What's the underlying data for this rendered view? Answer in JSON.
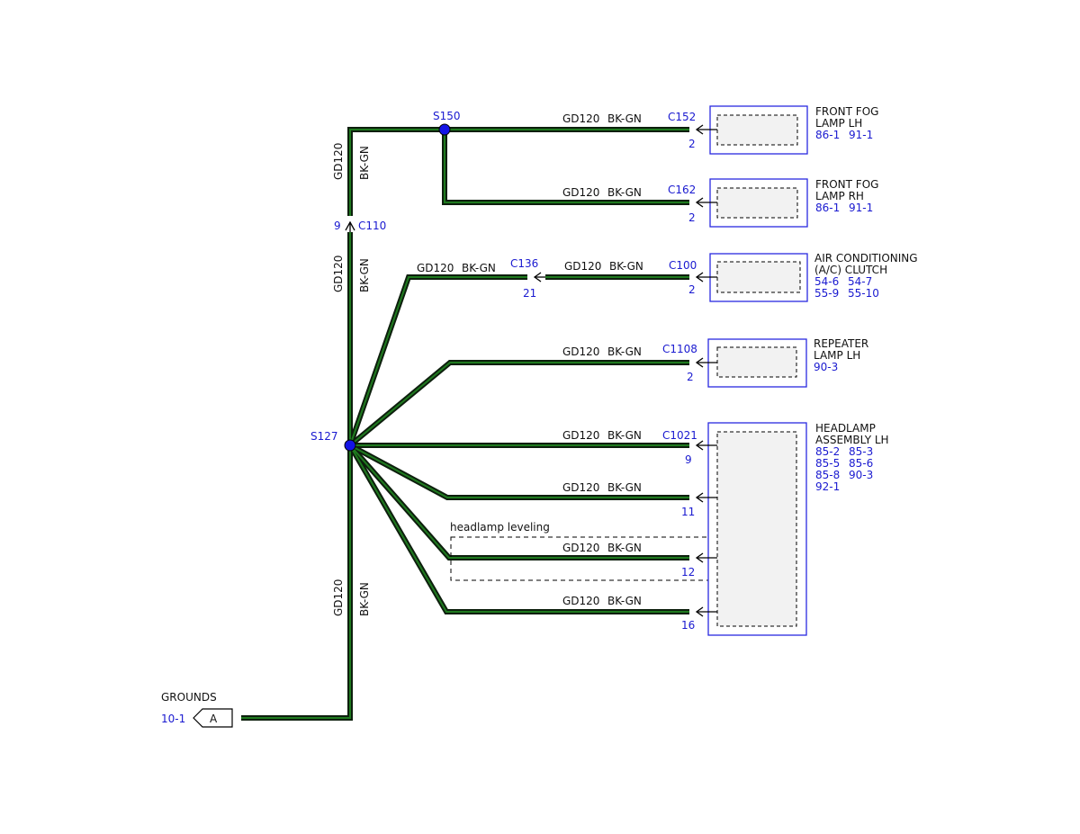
{
  "colors": {
    "wire_outer": "#0d1f0d",
    "wire_inner": "#1f7a1f",
    "splice": "#1414e6",
    "component_border": "#2a2ae0",
    "component_fill": "#f2f2f2",
    "ref_text": "#1a1ad0"
  },
  "wire": {
    "circuit": "GD120",
    "color": "BK-GN"
  },
  "splices": {
    "s150": "S150",
    "s127": "S127"
  },
  "inline_connectors": {
    "c110": {
      "name": "C110",
      "pin": "9"
    },
    "c136": {
      "name": "C136",
      "pin": "21"
    }
  },
  "connectors": {
    "c152": {
      "name": "C152",
      "pin": "2"
    },
    "c162": {
      "name": "C162",
      "pin": "2"
    },
    "c100": {
      "name": "C100",
      "pin": "2"
    },
    "c1108": {
      "name": "C1108",
      "pin": "2"
    },
    "c1021": {
      "name": "C1021",
      "pins": [
        "9",
        "11",
        "12",
        "16"
      ]
    }
  },
  "components": {
    "fog_lh": {
      "line1": "FRONT FOG",
      "line2": "LAMP LH",
      "refs": [
        "86-1",
        "91-1"
      ]
    },
    "fog_rh": {
      "line1": "FRONT FOG",
      "line2": "LAMP RH",
      "refs": [
        "86-1",
        "91-1"
      ]
    },
    "ac": {
      "line1": "AIR CONDITIONING",
      "line2": "(A/C) CLUTCH",
      "refs": [
        "54-6",
        "54-7",
        "55-9",
        "55-10"
      ]
    },
    "repeater": {
      "line1": "REPEATER",
      "line2": "LAMP LH",
      "refs": [
        "90-3"
      ]
    },
    "headlamp": {
      "line1": "HEADLAMP",
      "line2": "ASSEMBLY LH",
      "refs": [
        "85-2",
        "85-3",
        "85-5",
        "85-6",
        "85-8",
        "90-3",
        "92-1"
      ]
    }
  },
  "leveling_label": "headlamp leveling",
  "grounds": {
    "label": "GROUNDS",
    "ref": "10-1",
    "tag": "A"
  }
}
